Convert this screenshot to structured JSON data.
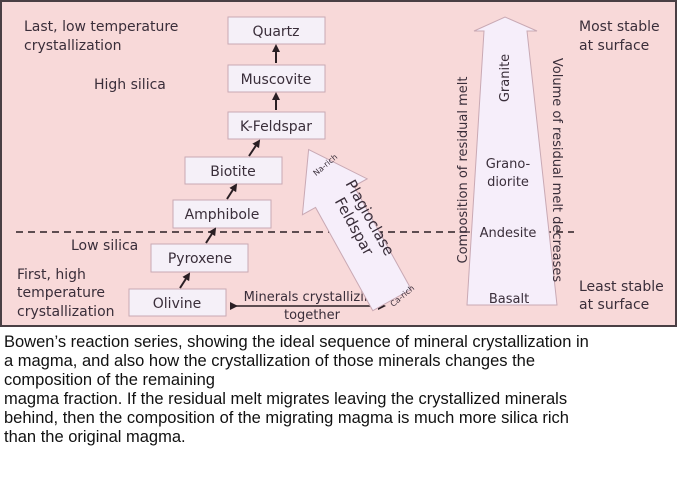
{
  "colors": {
    "background": "#f8d9d9",
    "box_fill": "#f5f0f8",
    "border": "#4a3f44",
    "arrow_fill": "#f6eefa"
  },
  "diagram": {
    "minerals": [
      "Quartz",
      "Muscovite",
      "K-Feldspar",
      "Biotite",
      "Amphibole",
      "Pyroxene",
      "Olivine"
    ],
    "left_labels": {
      "last_line1": "Last, low temperature",
      "last_line2": "crystallization",
      "high_silica": "High silica",
      "low_silica": "Low silica",
      "first_line1": "First, high",
      "first_line2": "temperature",
      "first_line3": "crystallization"
    },
    "together_line1": "Minerals crystallizing",
    "together_line2": "together",
    "plagioclase_line1": "Plagioclase",
    "plagioclase_line2": "Feldspar",
    "na_rich": "Na-rich",
    "ca_rich": "Ca-rich",
    "rocks": {
      "granite": "Granite",
      "grano1": "Grano-",
      "grano2": "diorite",
      "andesite": "Andesite",
      "basalt": "Basalt"
    },
    "composition_label": "Composition of residual melt",
    "volume_label": "Volume of residual melt decreases",
    "right_labels": {
      "most1": "Most stable",
      "most2": "at surface",
      "least1": "Least stable",
      "least2": "at surface"
    }
  },
  "caption": [
    "Bowen’s reaction series, showing the ideal sequence of mineral crystallization in",
    "a magma, and also how the crystallization of those minerals changes the",
    "composition of the remaining",
    "magma fraction. If the residual melt migrates leaving the crystallized minerals",
    "behind, then the composition of the migrating magma is much more silica rich",
    "than the original magma."
  ]
}
